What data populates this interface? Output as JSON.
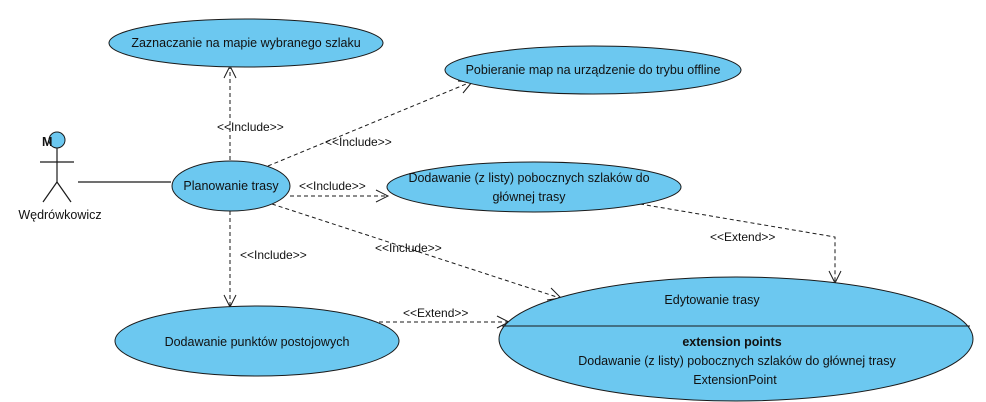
{
  "actor": {
    "name": "Wędrówkowicz",
    "mark": "M"
  },
  "use_cases": {
    "planowanie": "Planowanie trasy",
    "zaznaczanie": "Zaznaczanie na mapie wybranego szlaku",
    "pobieranie": "Pobieranie map na urządzenie do trybu offline",
    "dodawanie_szlakow_line1": "Dodawanie (z listy) pobocznych szlaków do",
    "dodawanie_szlakow_line2": "głównej trasy",
    "punkty": "Dodawanie punktów postojowych",
    "edytowanie": {
      "title": "Edytowanie trasy",
      "ext_header": "extension points",
      "ext_point_1": "Dodawanie (z listy) pobocznych szlaków do głównej trasy",
      "ext_point_2": "ExtensionPoint"
    }
  },
  "relations": {
    "include_1": "<<Include>>",
    "include_2": "<<Include>>",
    "include_3": "<<Include>>",
    "include_4": "<<Include>>",
    "include_5": "<<Include>>",
    "extend_1": "<<Extend>>",
    "extend_2": "<<Extend>>"
  },
  "colors": {
    "use_case_fill": "#6cc8f0",
    "stroke": "#1a1a1a"
  }
}
